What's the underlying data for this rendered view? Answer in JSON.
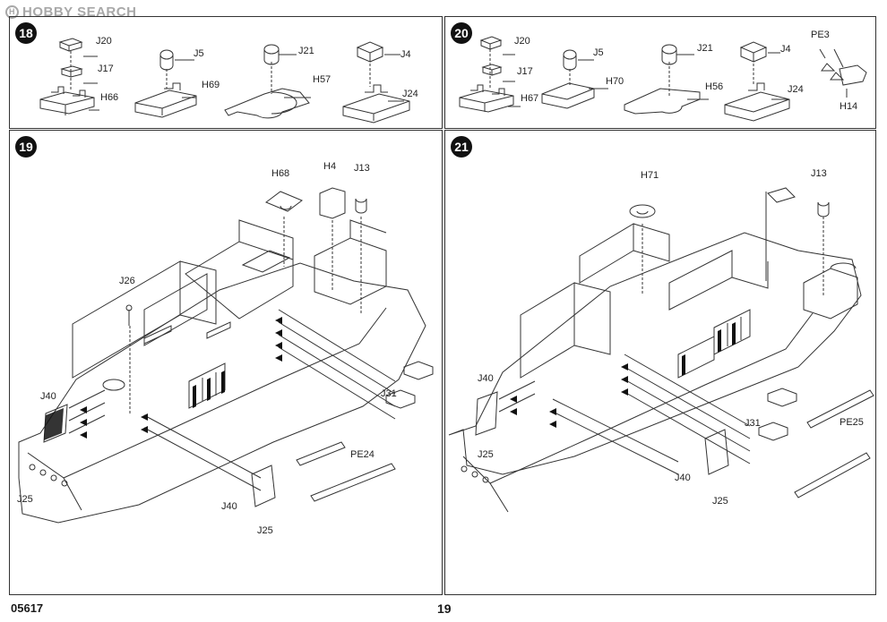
{
  "watermark": {
    "text": "HOBBY SEARCH",
    "logo": "H"
  },
  "steps": {
    "s18": {
      "number": "18",
      "labels": {
        "j20": "J20",
        "j17": "J17",
        "h66": "H66",
        "j5": "J5",
        "h69": "H69",
        "j21": "J21",
        "h57": "H57",
        "j4": "J4",
        "j24": "J24"
      }
    },
    "s20": {
      "number": "20",
      "labels": {
        "j20": "J20",
        "j17": "J17",
        "h67": "H67",
        "j5": "J5",
        "h70": "H70",
        "j21": "J21",
        "h56": "H56",
        "j4": "J4",
        "j24": "J24",
        "pe3": "PE3",
        "h14": "H14"
      }
    },
    "s19": {
      "number": "19",
      "labels": {
        "h68": "H68",
        "h4": "H4",
        "j13": "J13",
        "j26": "J26",
        "j31": "J31",
        "j40a": "J40",
        "j25a": "J25",
        "pe24": "PE24",
        "j40b": "J40",
        "j25b": "J25"
      }
    },
    "s21": {
      "number": "21",
      "labels": {
        "h71": "H71",
        "j13": "J13",
        "j40a": "J40",
        "j25a": "J25",
        "j31": "J31",
        "pe25": "PE25",
        "j40b": "J40",
        "j25b": "J25"
      }
    }
  },
  "footer": {
    "code": "05617",
    "page": "19"
  }
}
